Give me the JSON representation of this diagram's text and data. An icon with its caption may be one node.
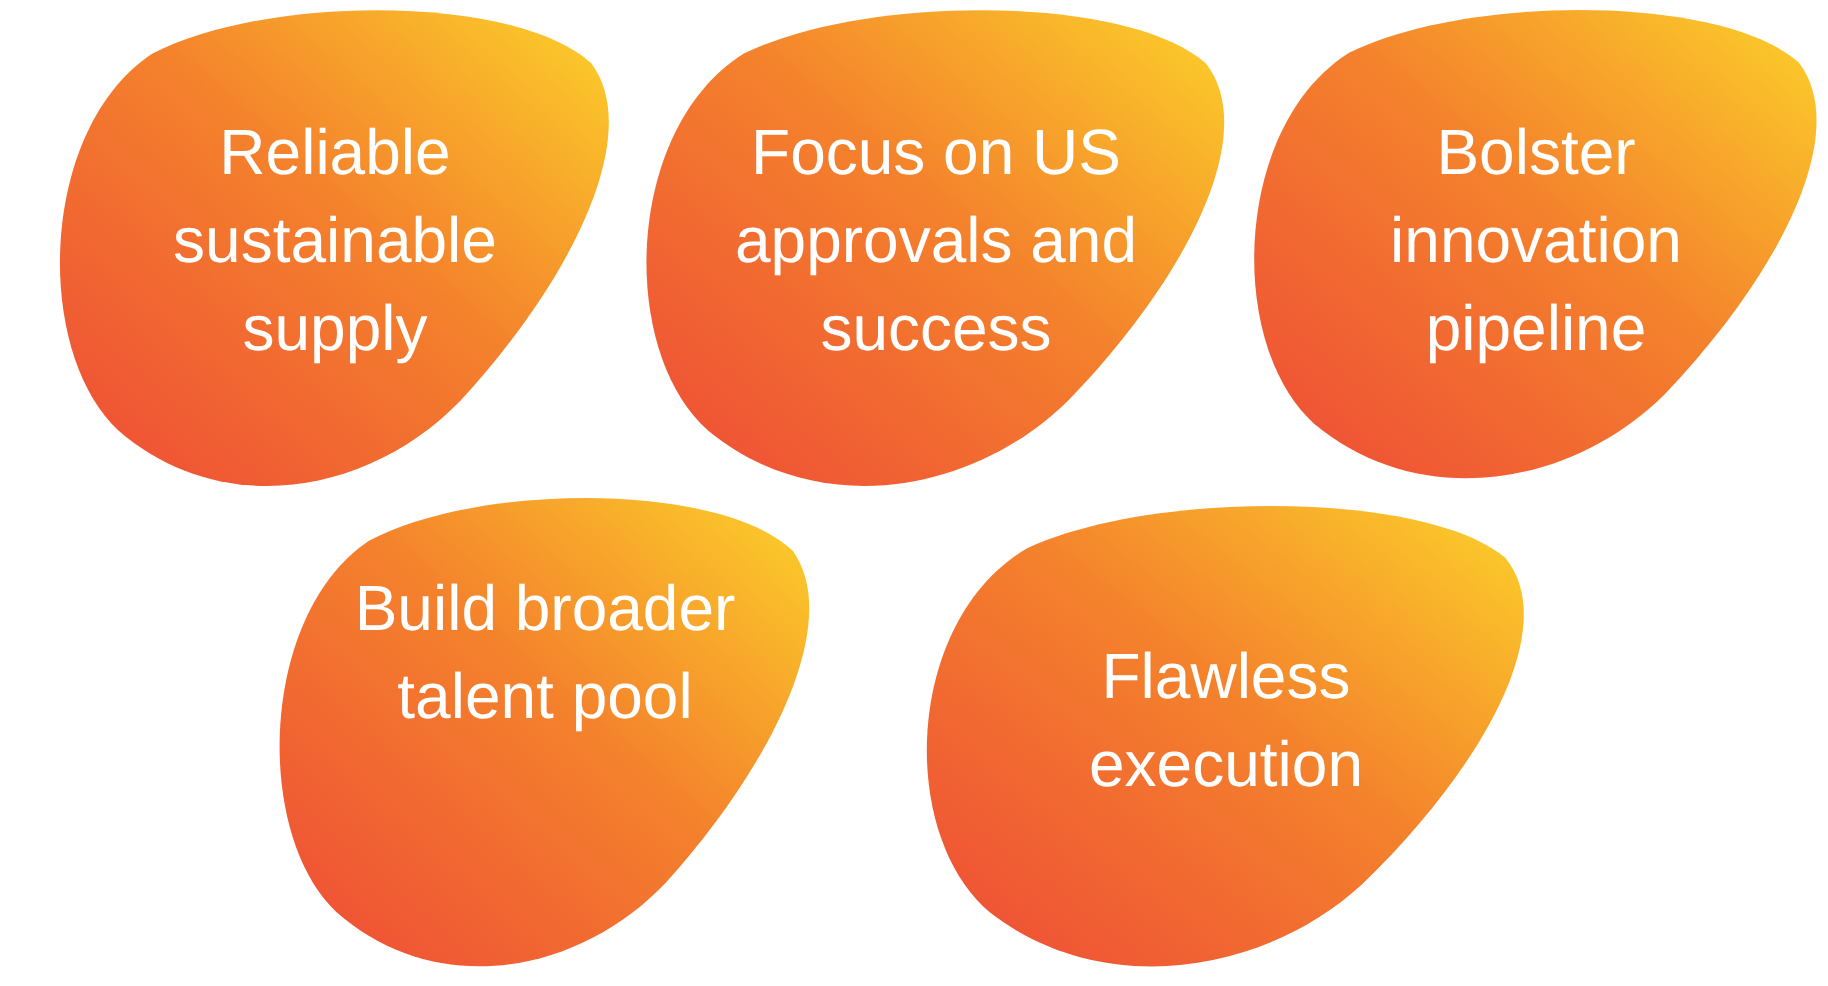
{
  "diagram": {
    "nodes": [
      {
        "text": [
          "Reliable sustainable supply"
        ]
      },
      {
        "text": [
          "Focus on US approvals and success"
        ]
      },
      {
        "text": [
          "Bolster innovation pipeline"
        ]
      },
      {
        "text": [
          "Build broader talent pool"
        ]
      },
      {
        "text": [
          "Flawless execution"
        ]
      }
    ]
  }
}
